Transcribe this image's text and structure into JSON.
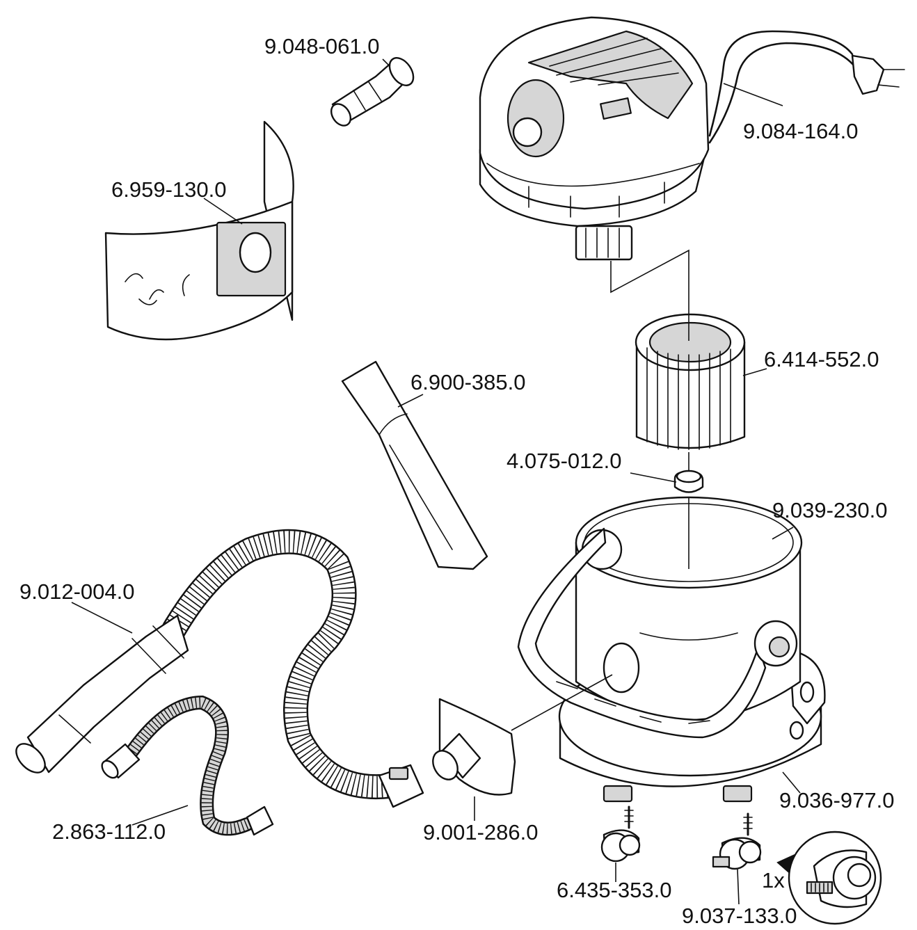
{
  "parts": {
    "nozzle_adapter": "9.048-061.0",
    "power_cord": "9.084-164.0",
    "filter_bag": "6.959-130.0",
    "cartridge_filter": "6.414-552.0",
    "crevice_nozzle": "6.900-385.0",
    "float": "4.075-012.0",
    "container": "9.039-230.0",
    "suction_hose": "9.012-004.0",
    "inlet_elbow": "9.001-286.0",
    "base_chassis": "9.036-977.0",
    "small_hose": "2.863-112.0",
    "castor": "6.435-353.0",
    "castor_brake": "9.037-133.0"
  },
  "quantity_note": "1x",
  "colors": {
    "line": "#111111",
    "shade": "#d6d6d6",
    "background": "#ffffff"
  }
}
